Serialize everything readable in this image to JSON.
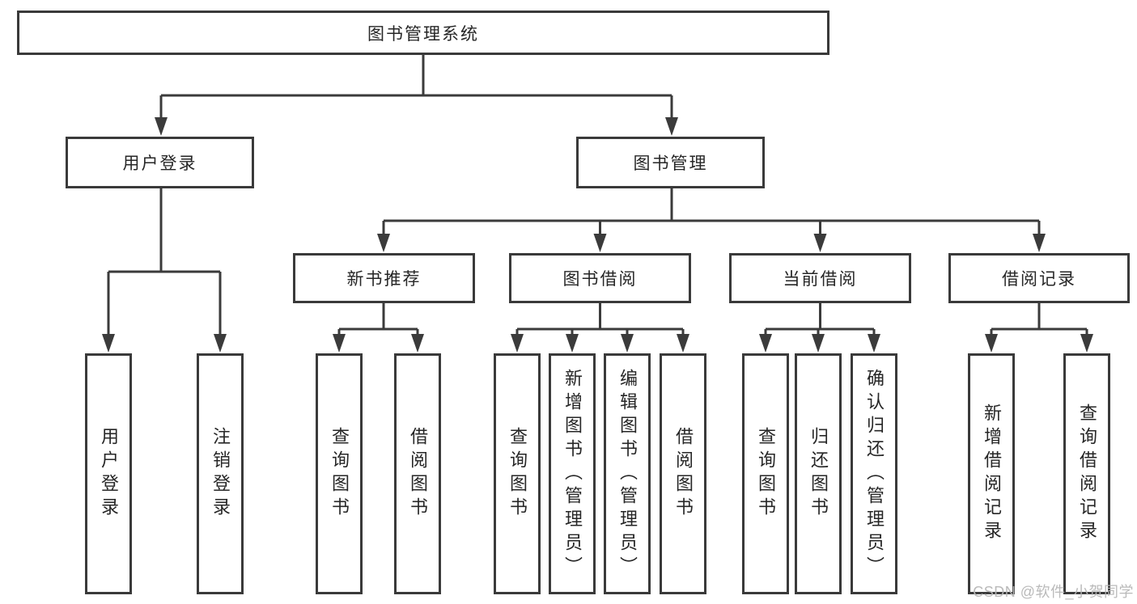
{
  "diagram_type": "hierarchy-structure-chart",
  "colors": {
    "line": "#3b3b3b",
    "box_border": "#3a3a3a",
    "box_fill": "#ffffff",
    "text": "#262626",
    "watermark": "#b6b6b6",
    "background": "#ffffff"
  },
  "watermark": "CSDN @软件_小贺同学",
  "tree": {
    "root": "图书管理系统",
    "level2": [
      {
        "label": "用户登录",
        "children": [
          {
            "label": "用户登录"
          },
          {
            "label": "注销登录"
          }
        ]
      },
      {
        "label": "图书管理",
        "children": [
          {
            "label": "新书推荐",
            "children": [
              {
                "label": "查询图书"
              },
              {
                "label": "借阅图书"
              }
            ]
          },
          {
            "label": "图书借阅",
            "children": [
              {
                "label": "查询图书"
              },
              {
                "label": "新增图书（管理员）"
              },
              {
                "label": "编辑图书（管理员）"
              },
              {
                "label": "借阅图书"
              }
            ]
          },
          {
            "label": "当前借阅",
            "children": [
              {
                "label": "查询图书"
              },
              {
                "label": "归还图书"
              },
              {
                "label": "确认归还（管理员）"
              }
            ]
          },
          {
            "label": "借阅记录",
            "children": [
              {
                "label": "新增借阅记录"
              },
              {
                "label": "查询借阅记录"
              }
            ]
          }
        ]
      }
    ]
  }
}
